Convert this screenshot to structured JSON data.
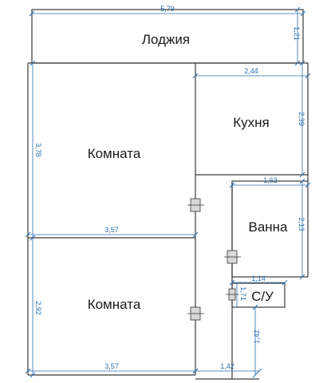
{
  "rooms": {
    "loggia": "Лоджия",
    "kitchen": "Кухня",
    "room_top": "Комната",
    "bath": "Ванна",
    "room_bottom": "Комната",
    "wc": "С/У"
  },
  "dimensions": {
    "loggia_width": "5,79",
    "loggia_depth": "1,21",
    "kitchen_width": "2,44",
    "kitchen_depth": "2,39",
    "bath_width": "1,63",
    "bath_depth": "2,13",
    "wc_width": "1,14",
    "wc_depth": "1,71",
    "hall_depth": "1,42",
    "hall_width": "1,42",
    "room_top_depth": "3,78",
    "room_top_width": "3,57",
    "room_bottom_depth": "2,92",
    "room_bottom_width": "3,57"
  },
  "colors": {
    "walls": "#3a3a3a",
    "dimensions": "#2b6fb0"
  }
}
